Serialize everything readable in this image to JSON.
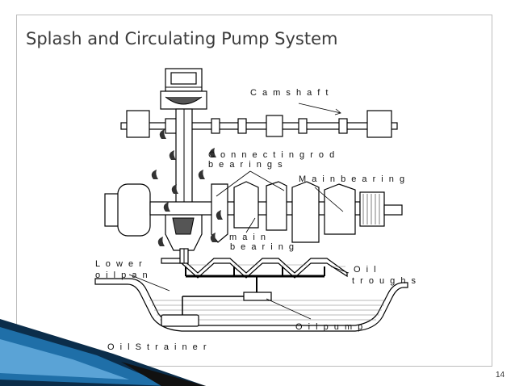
{
  "slide": {
    "title": "Splash and Circulating Pump System",
    "page_number": "14"
  },
  "diagram": {
    "labels": {
      "camshaft": "C a m s h a f t",
      "connecting_rod_1": "C o n n e c t i n g  r o d",
      "connecting_rod_2": "b e a r i n g s",
      "main_bearing": "M a i n  b e a r i n g",
      "main_bearing_2a": "m a i n",
      "main_bearing_2b": "b e a r i n g",
      "lower_oil_pan_1": "L o w e r",
      "lower_oil_pan_2": "o i l  p a n",
      "oil_troughs_1": "O i l",
      "oil_troughs_2": "t r o u g h s",
      "oil_pump": "O i l  p u m p",
      "oil_strainer": "O i l  S t r a i n e r"
    }
  },
  "colors": {
    "frame": "#bdbdbd",
    "title": "#3b3b3b",
    "accent_blue": "#1f6fa8",
    "accent_dark": "#0b2d4a"
  }
}
